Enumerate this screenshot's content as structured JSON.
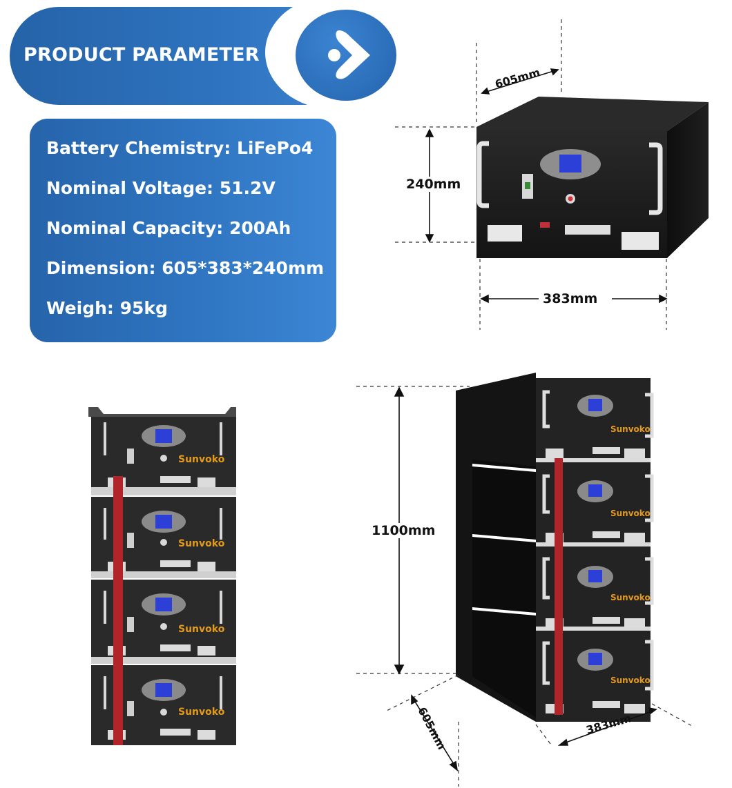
{
  "header": {
    "title": "PRODUCT PARAMETER"
  },
  "params": [
    "Battery Chemistry: LiFePo4",
    "Nominal Voltage: 51.2V",
    "Nominal Capacity: 200Ah",
    "Dimension: 605*383*240mm",
    "Weigh: 95kg"
  ],
  "single_unit": {
    "depth_label": "605mm",
    "height_label": "240mm",
    "width_label": "383mm"
  },
  "stack": {
    "brand": "Sunvoko",
    "height_label": "1100mm",
    "depth_label": "605mm",
    "width_label": "383mm"
  },
  "colors": {
    "brand_blue": "#2f74c0",
    "cabinet": "#1c1c1c",
    "screen": "#2c3fd6",
    "strap": "#b0242a",
    "brand_text": "#e39a1c"
  },
  "icons": [
    "chevron-right-icon"
  ]
}
